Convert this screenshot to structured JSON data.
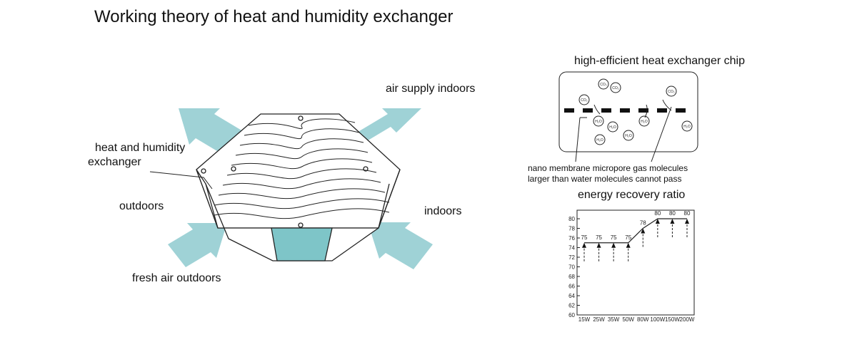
{
  "title": "Working theory of heat and humidity exchanger",
  "diagram": {
    "label_air_supply_indoors": "air supply indoors",
    "label_exchanger_line1": "heat and humidity",
    "label_exchanger_line2": "exchanger",
    "label_outdoors": "outdoors",
    "label_indoors": "indoors",
    "label_fresh_air": "fresh air outdoors",
    "arrow_color": "#9fd2d6",
    "core_fill_color": "#7ec5c8"
  },
  "chip": {
    "title": "high-efficient heat exchanger chip",
    "caption_line1": "nano membrane micropore  gas molecules",
    "caption_line2": "larger than water molecules cannot pass",
    "molecule_labels": [
      "CO₂",
      "CO₂",
      "CO₂",
      "CO₂",
      "H₂O",
      "H₂O",
      "H₂O",
      "H₂O",
      "H₂O",
      "H₂O"
    ]
  },
  "chart_data": {
    "type": "line",
    "title": "energy recovery ratio",
    "categories": [
      "15W",
      "25W",
      "35W",
      "50W",
      "80W",
      "100W",
      "150W",
      "200W"
    ],
    "values": [
      75,
      75,
      75,
      75,
      78,
      80,
      80,
      80
    ],
    "data_labels": [
      "75",
      "75",
      "75",
      "75",
      "78",
      "80",
      "80",
      "80"
    ],
    "y_ticks": [
      "60",
      "62",
      "64",
      "66",
      "68",
      "70",
      "72",
      "74",
      "76",
      "78",
      "80"
    ],
    "ylim": [
      60,
      80
    ],
    "xlabel": "",
    "ylabel": "",
    "grid": false
  }
}
